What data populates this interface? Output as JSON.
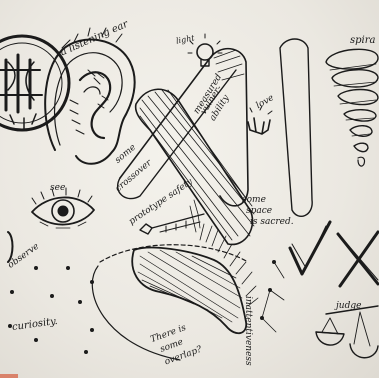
{
  "labels": {
    "a_listening_ear": "a listening ear",
    "light": "light",
    "measured_vulnerability_1": "measured",
    "measured_vulnerability_2": "vulner-",
    "measured_vulnerability_3": "ability",
    "love": "love",
    "some_crossing_over_1": "some",
    "some_crossing_over_2": "crossover",
    "prototype_safety": "prototype safety",
    "space_sacred_1": "some",
    "space_sacred_2": "space",
    "space_sacred_3": "is sacred.",
    "see": "see",
    "observe": "observe",
    "curiosity": "curiosity.",
    "overlap_1": "There is",
    "overlap_2": "some",
    "overlap_3": "overlap?",
    "spiral": "spira",
    "judge": "judge",
    "vertical_word": "inattentiveness"
  }
}
